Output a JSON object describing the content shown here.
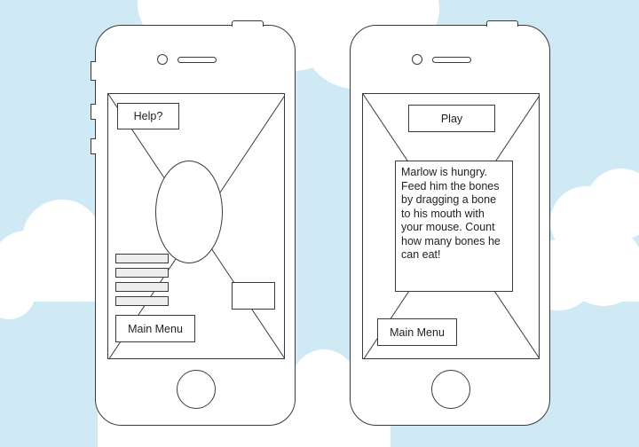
{
  "colors": {
    "sky": "#cfe9f5",
    "cloud": "#ffffff",
    "outline": "#3a3a3a",
    "bar_fill": "#ededed"
  },
  "left_phone": {
    "help_button": "Help?",
    "main_menu_button": "Main Menu"
  },
  "right_phone": {
    "play_button": "Play",
    "instructions": "Marlow is hungry. Feed him the bones by dragging a bone to his mouth with your mouse. Count how many bones he can eat!",
    "main_menu_button": "Main Menu"
  }
}
